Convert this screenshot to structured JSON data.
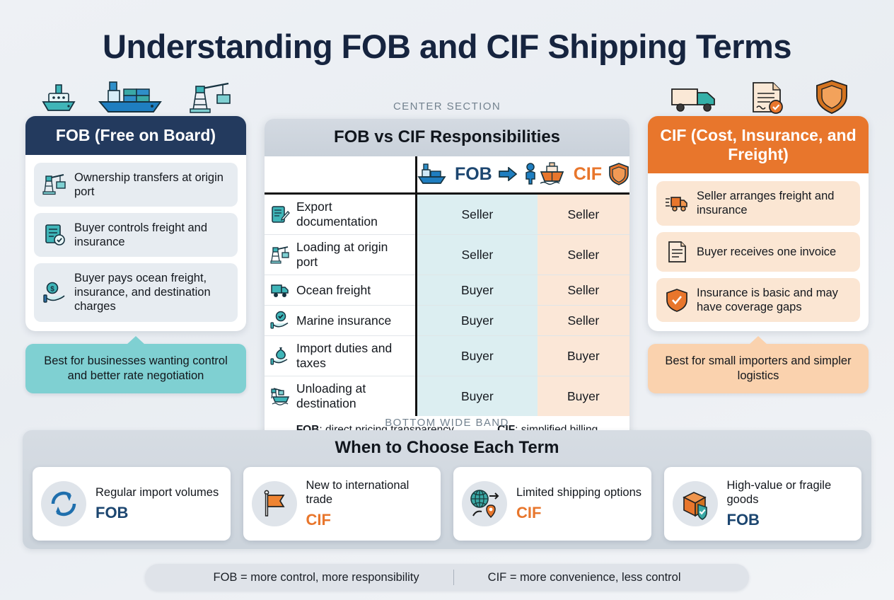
{
  "title": "Understanding FOB and CIF Shipping Terms",
  "left_column": {
    "header": "FOB (Free on Board)",
    "decor_icons": [
      "small-ship-icon",
      "container-ship-icon",
      "port-crane-icon"
    ],
    "items": [
      {
        "icon": "port-crane-icon",
        "text": "Ownership transfers at origin port"
      },
      {
        "icon": "document-check-icon",
        "text": "Buyer controls freight and insurance"
      },
      {
        "icon": "hand-coin-icon",
        "text": "Buyer pays ocean freight, insurance, and destination charges"
      }
    ],
    "callout": "Best for businesses wanting control and better rate negotiation"
  },
  "center_section": {
    "label": "CENTER SECTION",
    "header": "FOB vs CIF Responsibilities",
    "col_fob": {
      "label": "FOB",
      "icons": [
        "cargo-ship-icon",
        "arrow-right-icon",
        "person-icon"
      ]
    },
    "col_cif": {
      "label": "CIF",
      "icons": [
        "orange-ship-icon",
        "shield-icon"
      ]
    },
    "rows": [
      {
        "icon": "document-pen-icon",
        "task": "Export documentation",
        "fob": "Seller",
        "cif": "Seller"
      },
      {
        "icon": "port-crane-icon",
        "task": "Loading at origin port",
        "fob": "Seller",
        "cif": "Seller"
      },
      {
        "icon": "truck-icon",
        "task": "Ocean freight",
        "fob": "Buyer",
        "cif": "Seller"
      },
      {
        "icon": "hand-check-icon",
        "task": "Marine insurance",
        "fob": "Buyer",
        "cif": "Seller"
      },
      {
        "icon": "hand-moneybag-icon",
        "task": "Import duties and taxes",
        "fob": "Buyer",
        "cif": "Buyer"
      },
      {
        "icon": "unload-ship-icon",
        "task": "Unloading at destination",
        "fob": "Buyer",
        "cif": "Buyer"
      }
    ],
    "footer": {
      "fob_label": "FOB",
      "fob_note": ": direct pricing transparency",
      "cif_label": "CIF",
      "cif_note": ": simplified billing"
    }
  },
  "right_column": {
    "header": "CIF (Cost, Insurance, and Freight)",
    "decor_icons": [
      "delivery-truck-icon",
      "document-check-icon",
      "shield-icon"
    ],
    "items": [
      {
        "icon": "fast-truck-icon",
        "text": "Seller arranges freight and insurance"
      },
      {
        "icon": "invoice-icon",
        "text": "Buyer receives one invoice"
      },
      {
        "icon": "shield-check-icon",
        "text": "Insurance is basic and may have coverage gaps"
      }
    ],
    "callout": "Best for small importers and simpler logistics"
  },
  "bottom_band": {
    "label": "BOTTOM WIDE BAND",
    "title": "When to Choose Each Term",
    "cards": [
      {
        "icon": "refresh-cycle-icon",
        "text": "Regular import volumes",
        "term": "FOB",
        "term_type": "fob"
      },
      {
        "icon": "flag-icon",
        "text": "New to international trade",
        "term": "CIF",
        "term_type": "cif"
      },
      {
        "icon": "globe-route-icon",
        "text": "Limited shipping options",
        "term": "CIF",
        "term_type": "cif"
      },
      {
        "icon": "package-shield-icon",
        "text": "High-value or fragile goods",
        "term": "FOB",
        "term_type": "fob"
      }
    ]
  },
  "footer_strip": {
    "left": "FOB = more control, more responsibility",
    "right": "CIF = more convenience, less control"
  },
  "colors": {
    "fob_navy": "#233a5e",
    "cif_orange": "#e8762c",
    "fob_teal": "#7fd0d2",
    "cif_peach": "#fad2ae",
    "fob_cell": "#dceef1",
    "cif_cell": "#fbe7d7",
    "background": "#eef1f5"
  }
}
